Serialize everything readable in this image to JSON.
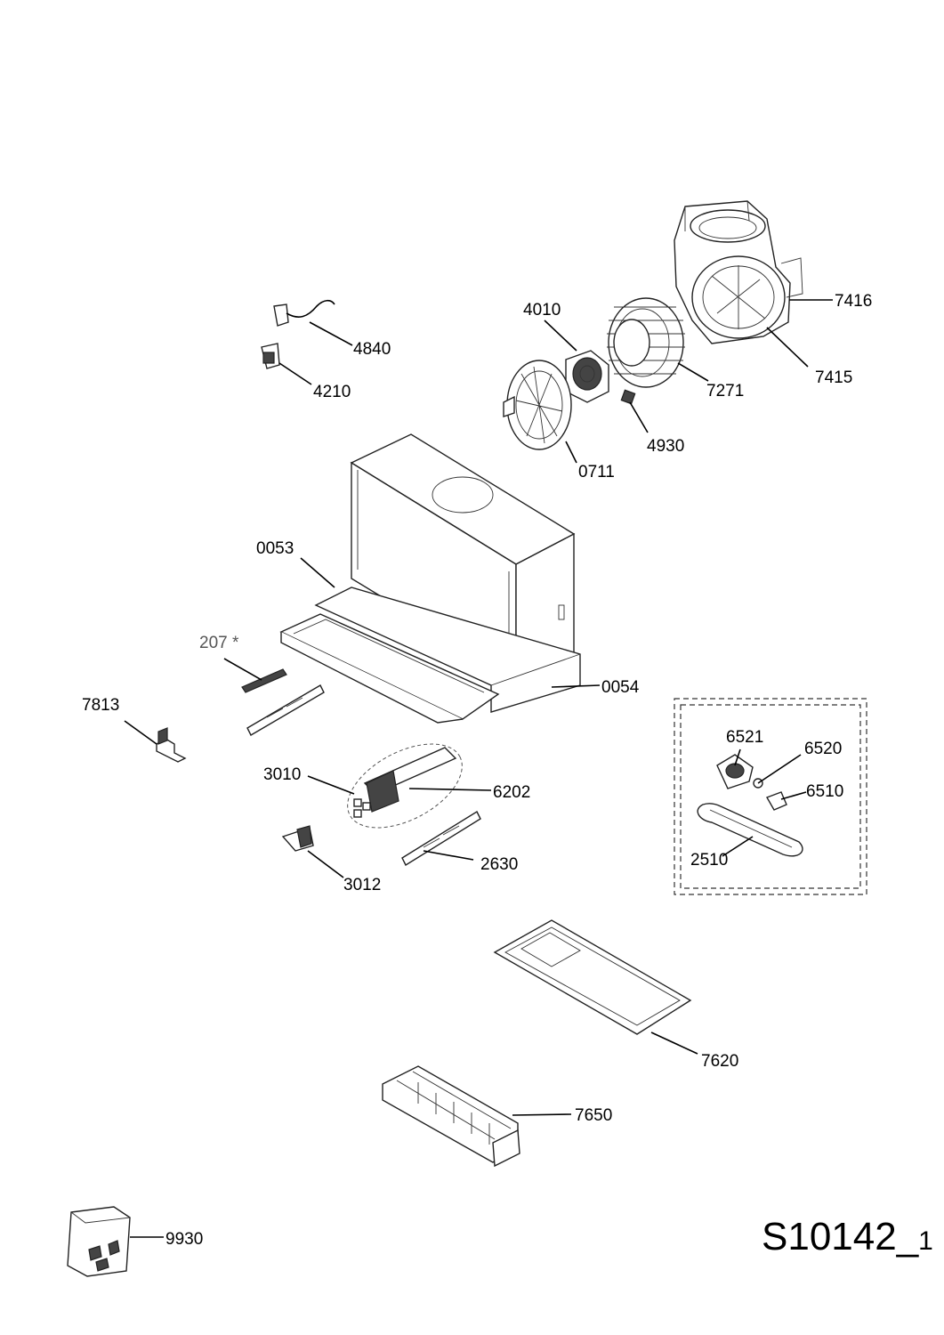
{
  "drawing": {
    "id_main": "S10142_",
    "id_suffix": "1"
  },
  "parts": [
    {
      "id": "p7416",
      "label": "7416"
    },
    {
      "id": "p4010",
      "label": "4010"
    },
    {
      "id": "p4840",
      "label": "4840"
    },
    {
      "id": "p7415",
      "label": "7415"
    },
    {
      "id": "p4210",
      "label": "4210"
    },
    {
      "id": "p7271",
      "label": "7271"
    },
    {
      "id": "p4930",
      "label": "4930"
    },
    {
      "id": "p0711",
      "label": "0711"
    },
    {
      "id": "p0053",
      "label": "0053"
    },
    {
      "id": "p207",
      "label": "207 *"
    },
    {
      "id": "p0054",
      "label": "0054"
    },
    {
      "id": "p7813",
      "label": "7813"
    },
    {
      "id": "p6521",
      "label": "6521"
    },
    {
      "id": "p6520",
      "label": "6520"
    },
    {
      "id": "p3010",
      "label": "3010"
    },
    {
      "id": "p6202",
      "label": "6202"
    },
    {
      "id": "p6510",
      "label": "6510"
    },
    {
      "id": "p2510",
      "label": "2510"
    },
    {
      "id": "p2630",
      "label": "2630"
    },
    {
      "id": "p3012",
      "label": "3012"
    },
    {
      "id": "p7620",
      "label": "7620"
    },
    {
      "id": "p7650",
      "label": "7650"
    },
    {
      "id": "p9930",
      "label": "9930"
    }
  ]
}
